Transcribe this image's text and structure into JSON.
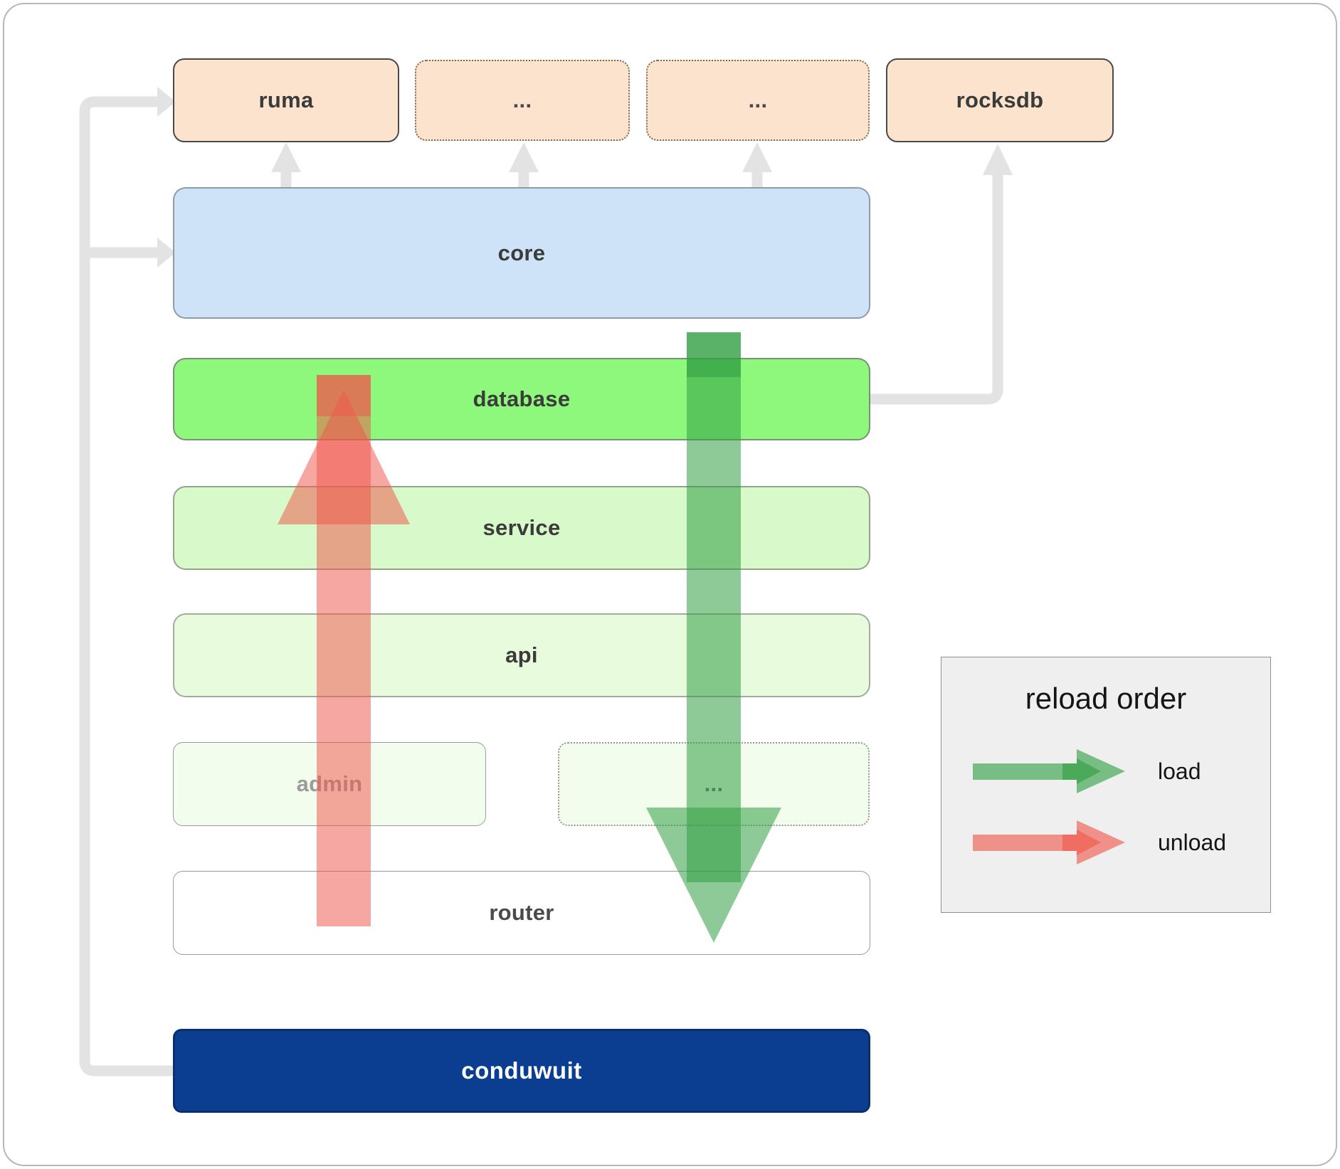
{
  "diagram": {
    "top_row": [
      {
        "label": "ruma"
      },
      {
        "label": "..."
      },
      {
        "label": "..."
      },
      {
        "label": "rocksdb"
      }
    ],
    "layers": [
      {
        "id": "core",
        "label": "core"
      },
      {
        "id": "database",
        "label": "database"
      },
      {
        "id": "service",
        "label": "service"
      },
      {
        "id": "api",
        "label": "api"
      },
      {
        "id": "admin",
        "label": "admin"
      },
      {
        "id": "dots",
        "label": "..."
      },
      {
        "id": "router",
        "label": "router"
      },
      {
        "id": "conduwuit",
        "label": "conduwuit"
      }
    ]
  },
  "legend": {
    "title": "reload order",
    "items": [
      {
        "label": "load",
        "color": "#2f9e41"
      },
      {
        "label": "unload",
        "color": "#f0574a"
      }
    ]
  },
  "colors": {
    "box_peach": "#fbe3cd",
    "box_blue": "#cfe3f8",
    "box_green_bright": "#8df87b",
    "box_green_light": "#d8f9c9",
    "box_green_lighter": "#e8fbdd",
    "box_green_faint": "#f3fdee",
    "box_navy": "#0b3e90",
    "connector_gray": "#e3e3e3",
    "flow_load_green": "#2f9e41",
    "flow_unload_red": "#f0574a"
  }
}
